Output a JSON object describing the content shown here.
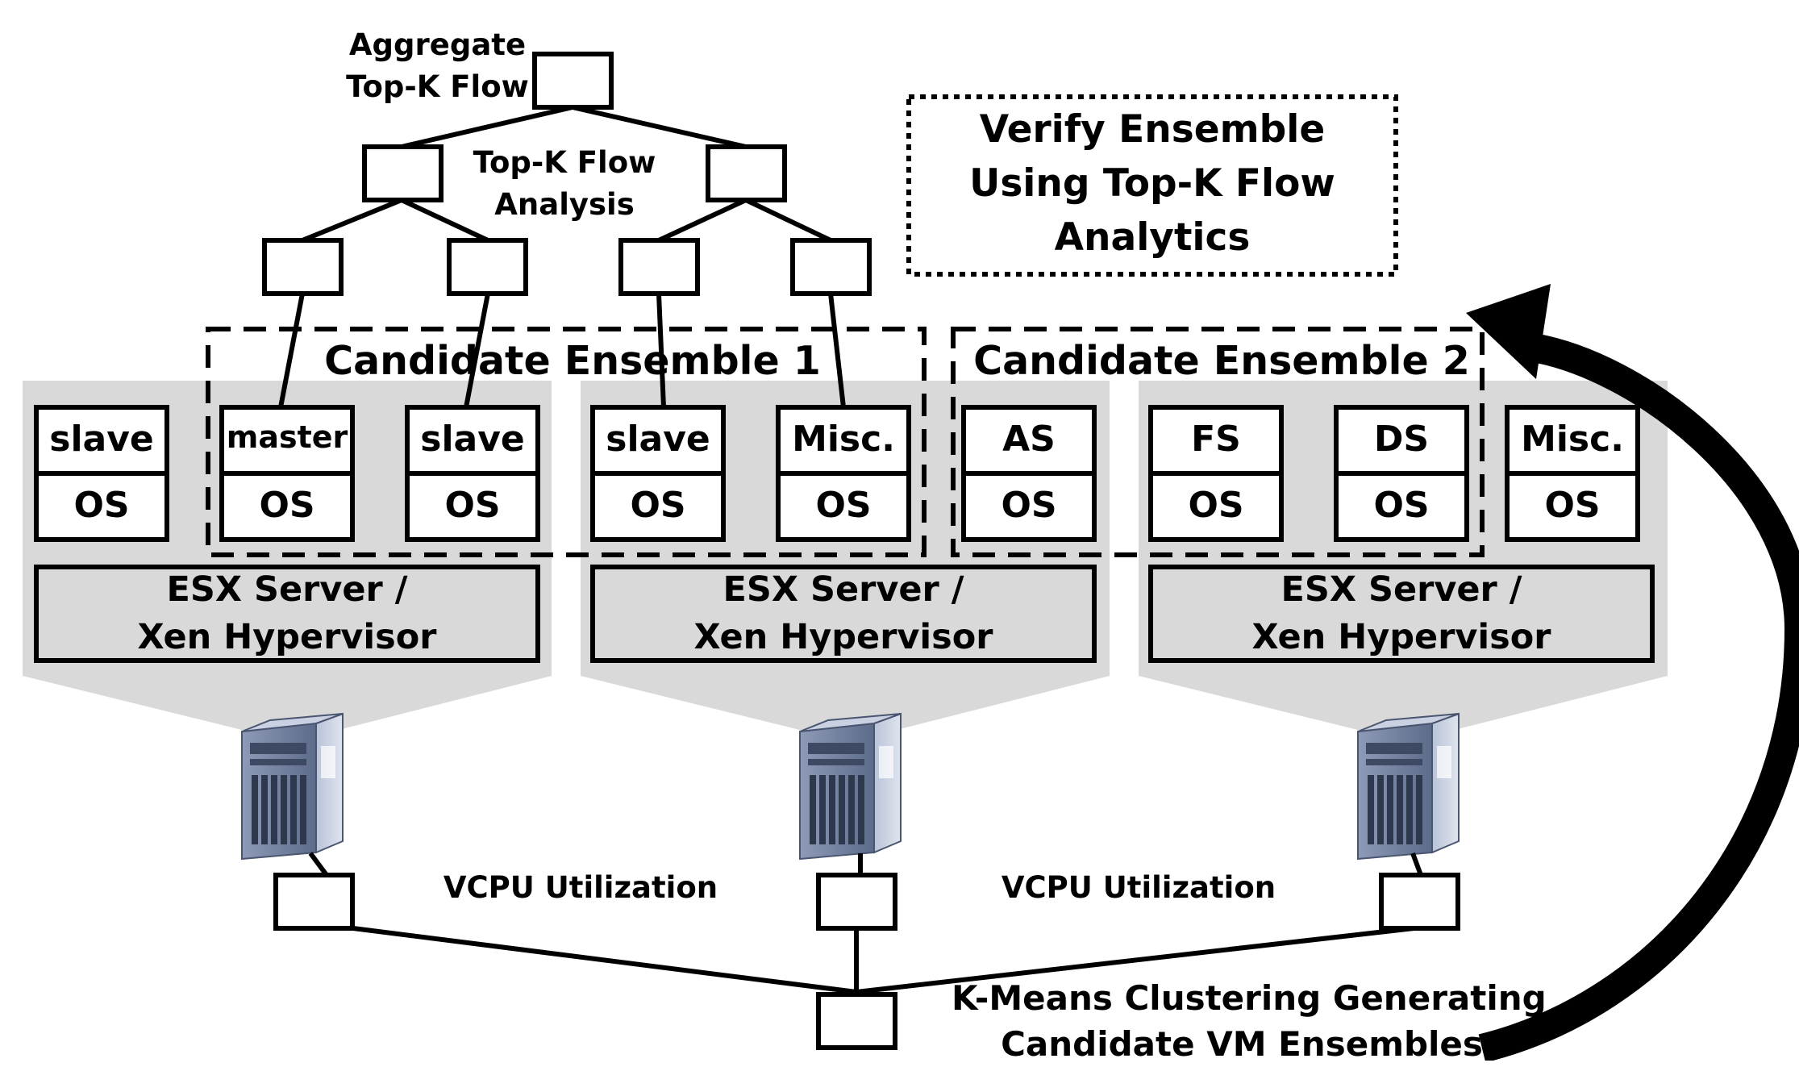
{
  "tree": {
    "aggregate_label": [
      "Aggregate",
      "Top-K Flow"
    ],
    "analysis_label": [
      "Top-K Flow",
      "Analysis"
    ]
  },
  "verify_label": [
    "Verify Ensemble",
    "Using Top-K Flow",
    "Analytics"
  ],
  "ensembles": [
    {
      "label": "Candidate Ensemble 1"
    },
    {
      "label": "Candidate Ensemble 2"
    }
  ],
  "servers": [
    {
      "hypervisor_label": [
        "ESX Server /",
        "Xen Hypervisor"
      ],
      "vms": [
        {
          "app": "slave",
          "os": "OS"
        },
        {
          "app": "master",
          "os": "OS"
        },
        {
          "app": "slave",
          "os": "OS"
        }
      ]
    },
    {
      "hypervisor_label": [
        "ESX Server /",
        "Xen Hypervisor"
      ],
      "vms": [
        {
          "app": "slave",
          "os": "OS"
        },
        {
          "app": "Misc.",
          "os": "OS"
        },
        {
          "app": "AS",
          "os": "OS"
        }
      ]
    },
    {
      "hypervisor_label": [
        "ESX Server /",
        "Xen Hypervisor"
      ],
      "vms": [
        {
          "app": "FS",
          "os": "OS"
        },
        {
          "app": "DS",
          "os": "OS"
        },
        {
          "app": "Misc.",
          "os": "OS"
        }
      ]
    }
  ],
  "vcpu_labels": [
    "VCPU Utilization",
    "VCPU Utilization"
  ],
  "kmeans_label": [
    "K-Means Clustering Generating",
    "Candidate VM Ensembles"
  ],
  "colors": {
    "panel": "#d9d9d9",
    "line": "#000000",
    "box": "#ffffff"
  }
}
